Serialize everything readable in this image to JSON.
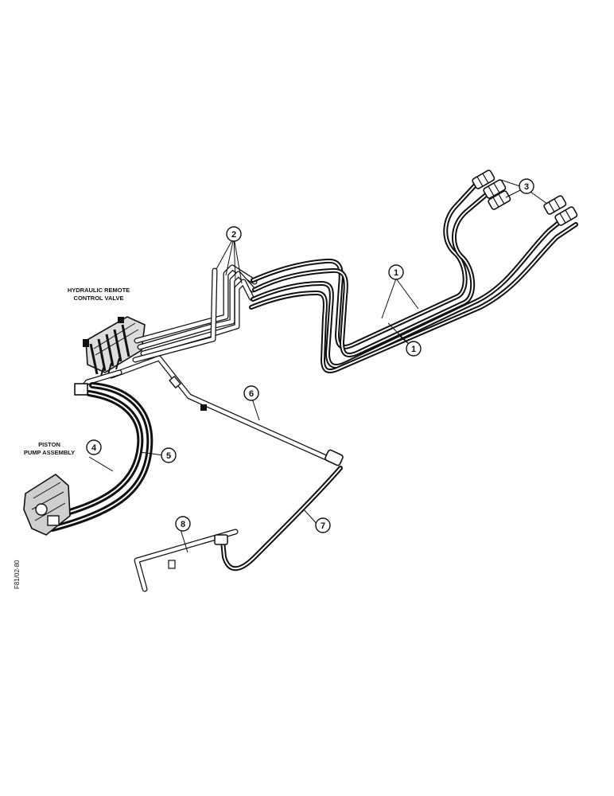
{
  "labels": {
    "valve_line1": "HYDRAULIC REMOTE",
    "valve_line2": "CONTROL VALVE",
    "pump_line1": "PISTON",
    "pump_line2": "PUMP ASSEMBLY",
    "figure_id": "F81/02-80"
  },
  "callouts": [
    "1",
    "1",
    "2",
    "3",
    "4",
    "5",
    "6",
    "7",
    "8"
  ],
  "colors": {
    "ink": "#111111",
    "paper": "#ffffff"
  }
}
